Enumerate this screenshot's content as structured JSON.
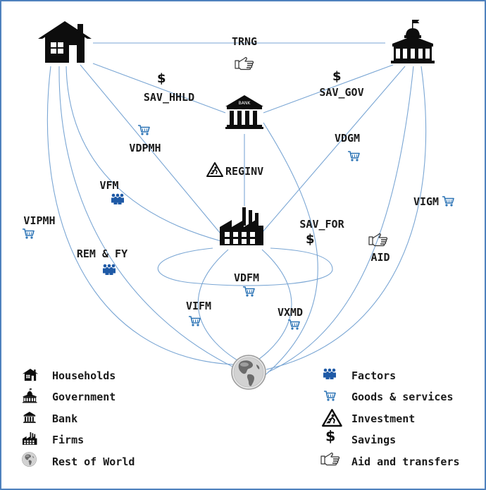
{
  "colors": {
    "frame": "#4f81bd",
    "flow_line": "#7aa6d4",
    "icon_dark": "#0d0d0d",
    "cart": "#2e75b6",
    "factor": "#1f5aa6"
  },
  "nodes": {
    "households": {
      "icon": "house-icon"
    },
    "government": {
      "icon": "government-building-icon"
    },
    "bank": {
      "icon": "bank-icon",
      "text": "BANK"
    },
    "firms": {
      "icon": "factory-icon"
    },
    "rest_of_world": {
      "icon": "globe-icon"
    }
  },
  "flows": [
    {
      "id": "trng",
      "label": "TRNG",
      "icon": "hand-icon"
    },
    {
      "id": "sav_hhld",
      "label": "SAV_HHLD",
      "icon": "dollar-icon"
    },
    {
      "id": "sav_gov",
      "label": "SAV_GOV",
      "icon": "dollar-icon"
    },
    {
      "id": "vdpmh",
      "label": "VDPMH",
      "icon": "cart-icon"
    },
    {
      "id": "vdgm",
      "label": "VDGM",
      "icon": "cart-icon"
    },
    {
      "id": "reginv",
      "label": "REGINV",
      "icon": "investment-icon"
    },
    {
      "id": "vfm",
      "label": "VFM",
      "icon": "factors-icon"
    },
    {
      "id": "vipmh",
      "label": "VIPMH",
      "icon": "cart-icon"
    },
    {
      "id": "vigm",
      "label": "VIGM",
      "icon": "cart-icon"
    },
    {
      "id": "sav_for",
      "label": "SAV_FOR",
      "icon": "dollar-icon"
    },
    {
      "id": "aid",
      "label": "AID",
      "icon": "hand-icon"
    },
    {
      "id": "rem_fy",
      "label": "REM & FY",
      "icon": "factors-icon"
    },
    {
      "id": "vdfm",
      "label": "VDFM",
      "icon": "cart-icon"
    },
    {
      "id": "vifm",
      "label": "VIFM",
      "icon": "cart-icon"
    },
    {
      "id": "vxmd",
      "label": "VXMD",
      "icon": "cart-icon"
    }
  ],
  "legend": {
    "left": [
      {
        "icon": "house-icon",
        "label": "Households"
      },
      {
        "icon": "government-building-icon",
        "label": "Government"
      },
      {
        "icon": "bank-icon",
        "label": "Bank"
      },
      {
        "icon": "factory-icon",
        "label": "Firms"
      },
      {
        "icon": "globe-icon",
        "label": "Rest of World"
      }
    ],
    "right": [
      {
        "icon": "factors-icon",
        "label": "Factors"
      },
      {
        "icon": "cart-icon",
        "label": "Goods & services"
      },
      {
        "icon": "investment-icon",
        "label": "Investment"
      },
      {
        "icon": "dollar-icon",
        "label": "Savings"
      },
      {
        "icon": "hand-icon",
        "label": "Aid and transfers"
      }
    ]
  }
}
